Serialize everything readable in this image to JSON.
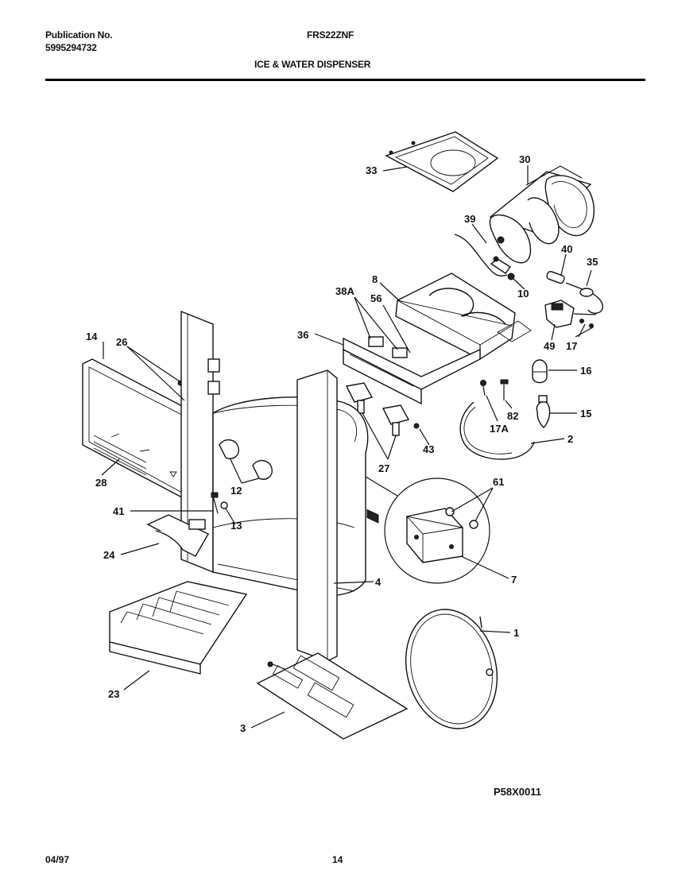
{
  "header": {
    "publication_label": "Publication No.",
    "publication_number": "5995294732",
    "model": "FRS22ZNF",
    "section_title": "ICE & WATER DISPENSER"
  },
  "footer": {
    "date": "04/97",
    "page": "14",
    "figure_code": "P58X0011"
  },
  "callouts": {
    "p33": "33",
    "p30": "30",
    "p39": "39",
    "p40": "40",
    "p35": "35",
    "p8": "8",
    "p10": "10",
    "p38a": "38A",
    "p56": "56",
    "p36": "36",
    "p49": "49",
    "p17": "17",
    "p16": "16",
    "p14": "14",
    "p26": "26",
    "p17a": "17A",
    "p82": "82",
    "p15": "15",
    "p2": "2",
    "p43": "43",
    "p27": "27",
    "p28": "28",
    "p12": "12",
    "p61": "61",
    "p41": "41",
    "p13": "13",
    "p24": "24",
    "p4": "4",
    "p7": "7",
    "p1": "1",
    "p23": "23",
    "p3": "3"
  }
}
